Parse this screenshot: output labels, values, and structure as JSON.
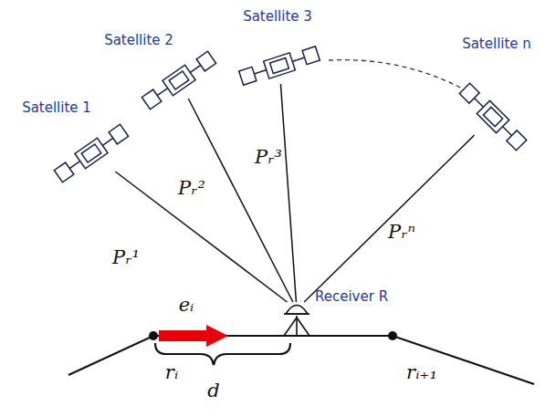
{
  "diagram": {
    "nodes": [
      {
        "text": [
          "Satellite 1"
        ]
      },
      {
        "text": [
          "Satellite 2"
        ]
      },
      {
        "text": [
          "Satellite 3"
        ]
      },
      {
        "text": [
          "Satellite n"
        ]
      },
      {
        "text": [
          "Receiver R"
        ]
      }
    ],
    "edges": [
      {
        "from": 0,
        "to": 4,
        "arrow": "none",
        "label": "Pᵣ¹"
      },
      {
        "from": 1,
        "to": 4,
        "arrow": "none",
        "label": "Pᵣ²"
      },
      {
        "from": 2,
        "to": 4,
        "arrow": "none",
        "label": "Pᵣ³"
      },
      {
        "from": 3,
        "to": 4,
        "arrow": "none",
        "label": "Pᵣⁿ"
      }
    ],
    "labels": [
      "eᵢ",
      "rᵢ",
      "rᵢ₊₁",
      "d"
    ]
  }
}
